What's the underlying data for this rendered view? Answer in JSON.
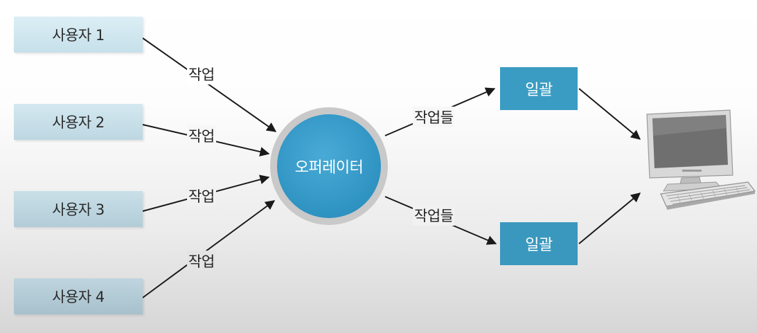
{
  "users": [
    {
      "label": "사용자 1"
    },
    {
      "label": "사용자 2"
    },
    {
      "label": "사용자 3"
    },
    {
      "label": "사용자 4"
    }
  ],
  "user_edges": [
    {
      "label": "작업"
    },
    {
      "label": "작업"
    },
    {
      "label": "작업"
    },
    {
      "label": "작업"
    }
  ],
  "operator": {
    "label": "오퍼레이터"
  },
  "batch_edges": [
    {
      "label": "작업들"
    },
    {
      "label": "작업들"
    }
  ],
  "batches": [
    {
      "label": "일괄"
    },
    {
      "label": "일괄"
    }
  ],
  "computer": {
    "icon": "computer-icon"
  },
  "colors": {
    "user_box_top": "#d9ecf3",
    "user_box_bottom": "#a9c4cf",
    "operator_fill": "#3a9cc9",
    "operator_ring": "#c9c9c9",
    "batch_fill": "#3b9cc3",
    "arrow": "#1a1a1a"
  }
}
